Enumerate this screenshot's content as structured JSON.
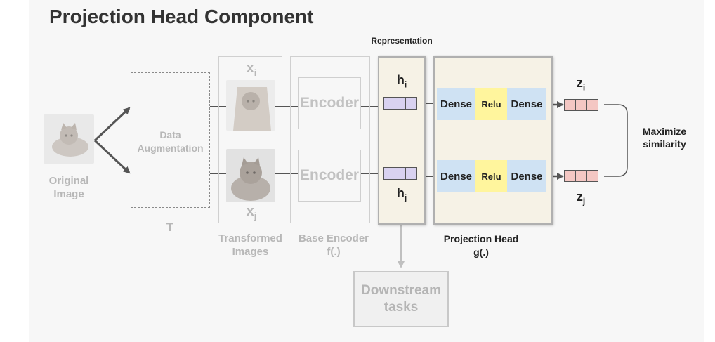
{
  "title": "Projection Head Component",
  "representation_label": "Representation",
  "original_image_label": "Original\nImage",
  "augmentation_label": "Data\nAugmentation",
  "augmentation_symbol": "T",
  "transformed_label": "Transformed\nImages",
  "x_i": "x",
  "x_i_sub": "i",
  "x_j": "x",
  "x_j_sub": "j",
  "encoder_label": "Encoder",
  "base_encoder_label": "Base Encoder\nf(.)",
  "h_i": "h",
  "h_i_sub": "i",
  "h_j": "h",
  "h_j_sub": "j",
  "dense_label": "Dense",
  "relu_label": "Relu",
  "projection_head_label": "Projection Head\ng(.)",
  "z_i": "z",
  "z_i_sub": "i",
  "z_j": "z",
  "z_j_sub": "j",
  "maximize_label": "Maximize\nsimilarity",
  "downstream_label": "Downstream\ntasks",
  "colors": {
    "dense": "#cfe2f3",
    "relu": "#fff59d",
    "h_vector": "#d9d2f0",
    "z_vector": "#f4c7c3",
    "panel": "#f6f2e6"
  }
}
